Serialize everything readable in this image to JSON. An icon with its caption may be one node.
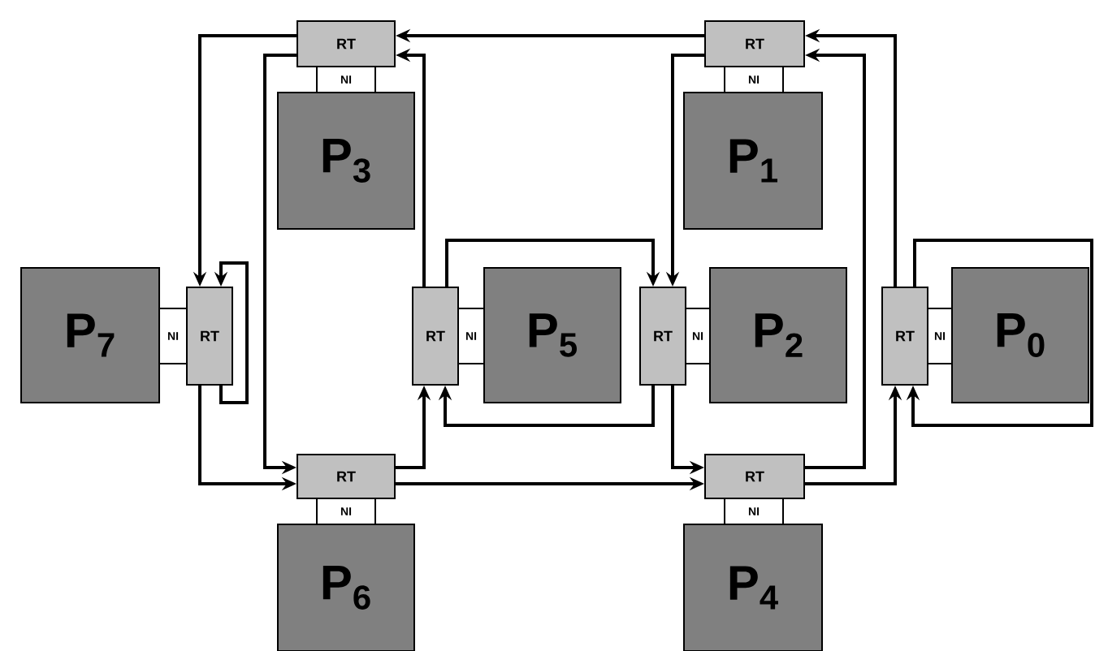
{
  "diagram": {
    "nodes": [
      {
        "text": [
          "RT"
        ]
      },
      {
        "text": [
          "RT"
        ]
      },
      {
        "text": [
          "NI"
        ]
      },
      {
        "text": [
          "NI"
        ]
      },
      {
        "text": [
          "P$_{3}$"
        ]
      },
      {
        "text": [
          "P$_{1}$"
        ]
      },
      {
        "text": [
          "P$_{7}$"
        ]
      },
      {
        "text": [
          "NI"
        ]
      },
      {
        "text": [
          "RT"
        ]
      },
      {
        "text": [
          "RT"
        ]
      },
      {
        "text": [
          "NI"
        ]
      },
      {
        "text": [
          "P$_{5}$"
        ]
      },
      {
        "text": [
          "RT"
        ]
      },
      {
        "text": [
          "NI"
        ]
      },
      {
        "text": [
          "P$_{2}$"
        ]
      },
      {
        "text": [
          "RT"
        ]
      },
      {
        "text": [
          "NI"
        ]
      },
      {
        "text": [
          "P$_{0}$"
        ]
      },
      {
        "text": [
          "RT"
        ]
      },
      {
        "text": [
          "RT"
        ]
      },
      {
        "text": [
          "NI"
        ]
      },
      {
        "text": [
          "NI"
        ]
      },
      {
        "text": [
          "P$_{6}$"
        ]
      },
      {
        "text": [
          "P$_{4}$"
        ]
      }
    ],
    "edges": [
      {
        "from": 0,
        "to": 8,
        "arrow": "to"
      },
      {
        "from": 0,
        "to": 18,
        "arrow": "to"
      },
      {
        "from": 1,
        "to": 0,
        "arrow": "to"
      },
      {
        "from": 9,
        "to": 0,
        "arrow": "to"
      },
      {
        "from": 9,
        "to": 12,
        "arrow": "to"
      },
      {
        "from": 1,
        "to": 12,
        "arrow": "to"
      },
      {
        "from": 15,
        "to": 1,
        "arrow": "to"
      },
      {
        "from": 19,
        "to": 1,
        "arrow": "to"
      },
      {
        "from": 15,
        "to": 15,
        "arrow": "to"
      },
      {
        "from": 8,
        "to": 8,
        "arrow": "to"
      },
      {
        "from": 8,
        "to": 18,
        "arrow": "to"
      },
      {
        "from": 18,
        "to": 9,
        "arrow": "to"
      },
      {
        "from": 18,
        "to": 19,
        "arrow": "to"
      },
      {
        "from": 12,
        "to": 9,
        "arrow": "to"
      },
      {
        "from": 12,
        "to": 19,
        "arrow": "to"
      },
      {
        "from": 19,
        "to": 15,
        "arrow": "to"
      }
    ]
  }
}
